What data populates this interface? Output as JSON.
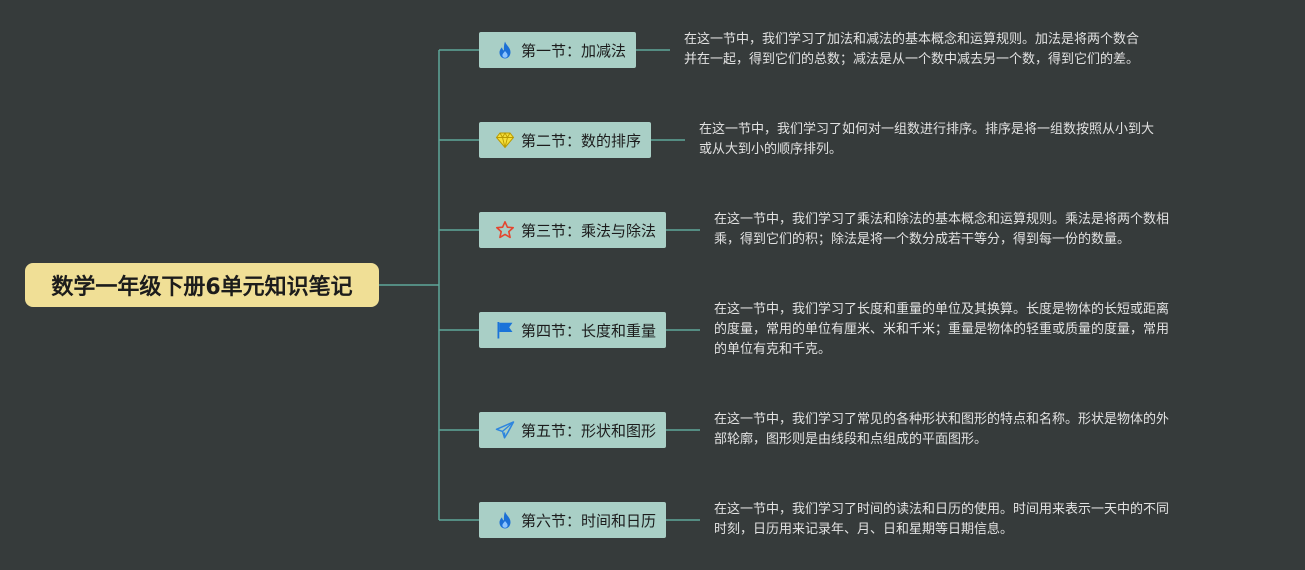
{
  "root": {
    "title": "数学一年级下册6单元知识笔记"
  },
  "colors": {
    "background": "#363b3b",
    "root_fill": "#f0df96",
    "node_fill": "#a9cfc6",
    "connector": "#5fa89a",
    "description_text": "#e2e2e2"
  },
  "sections": [
    {
      "icon": "fire-icon",
      "title": "第一节：加减法",
      "description": [
        "在这一节中，我们学习了加法和减法的基本概念和运算规则。加法是将两个数合",
        "并在一起，得到它们的总数；减法是从一个数中减去另一个数，得到它们的差。"
      ]
    },
    {
      "icon": "diamond-icon",
      "title": "第二节：数的排序",
      "description": [
        "在这一节中，我们学习了如何对一组数进行排序。排序是将一组数按照从小到大",
        "或从大到小的顺序排列。"
      ]
    },
    {
      "icon": "star-icon",
      "title": "第三节：乘法与除法",
      "description": [
        "在这一节中，我们学习了乘法和除法的基本概念和运算规则。乘法是将两个数相",
        "乘，得到它们的积；除法是将一个数分成若干等分，得到每一份的数量。"
      ]
    },
    {
      "icon": "flag-icon",
      "title": "第四节：长度和重量",
      "description": [
        "在这一节中，我们学习了长度和重量的单位及其换算。长度是物体的长短或距离",
        "的度量，常用的单位有厘米、米和千米；重量是物体的轻重或质量的度量，常用",
        "的单位有克和千克。"
      ]
    },
    {
      "icon": "paper-plane-icon",
      "title": "第五节：形状和图形",
      "description": [
        "在这一节中，我们学习了常见的各种形状和图形的特点和名称。形状是物体的外",
        "部轮廓，图形则是由线段和点组成的平面图形。"
      ]
    },
    {
      "icon": "fire-icon",
      "title": "第六节：时间和日历",
      "description": [
        "在这一节中，我们学习了时间的读法和日历的使用。时间用来表示一天中的不同",
        "时刻，日历用来记录年、月、日和星期等日期信息。"
      ]
    }
  ]
}
